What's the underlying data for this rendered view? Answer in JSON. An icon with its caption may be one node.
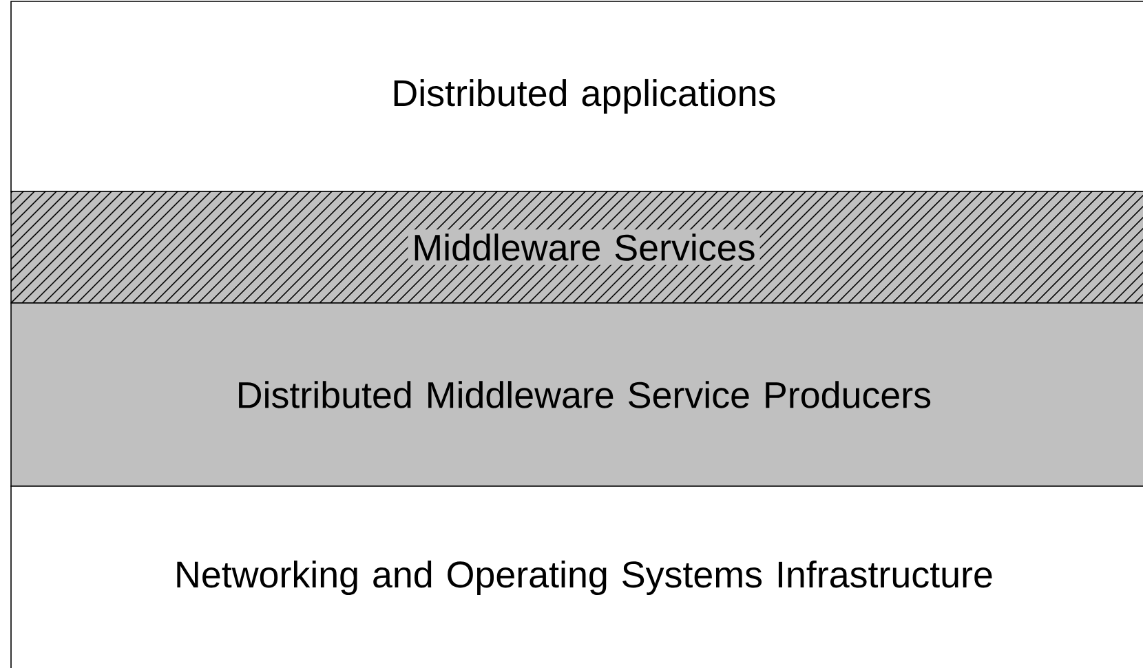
{
  "diagram": {
    "nodes": [
      {
        "text": [
          "Distributed applications"
        ]
      },
      {
        "text": [
          "Middleware Services"
        ]
      },
      {
        "text": [
          "Distributed Middleware Service Producers"
        ]
      },
      {
        "text": [
          "Networking and Operating Systems Infrastructure"
        ]
      }
    ]
  }
}
